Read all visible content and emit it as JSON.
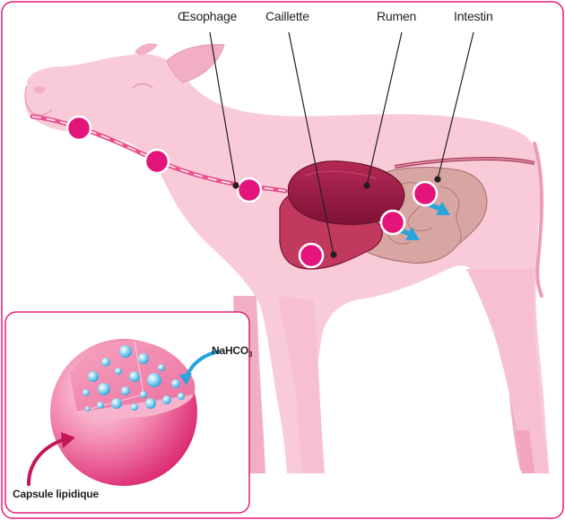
{
  "labels": {
    "oesophage": "Œsophage",
    "caillette": "Caillette",
    "rumen": "Rumen",
    "intestin": "Intestin",
    "nahco3_main": "NaHCO",
    "nahco3_sub": "3",
    "capsule": "Capsule lipidique"
  },
  "colors": {
    "frame": "#e41e78",
    "body": "#f9cbd8",
    "body_shade": "#f2aec3",
    "dot": "#e4157a",
    "rumen": "#9b1b44",
    "intestine": "#d8a6a2",
    "arrow": "#2aa4dc",
    "bubble": "#6cc5ec"
  }
}
